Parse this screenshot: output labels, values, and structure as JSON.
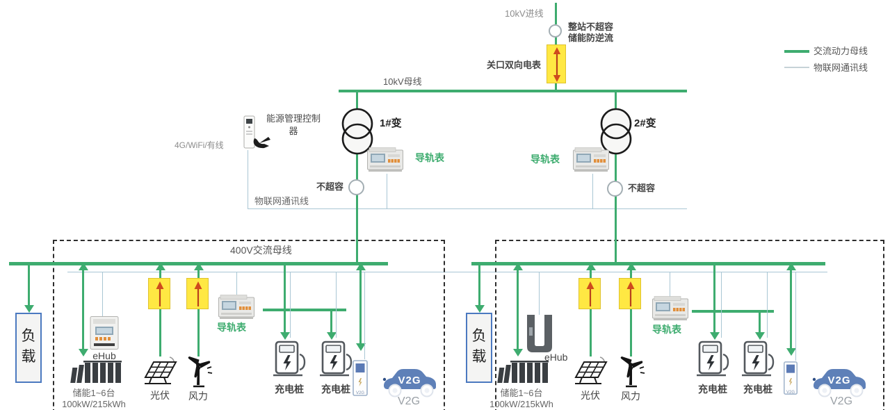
{
  "colors": {
    "bus_green": "#3eac6f",
    "iot_comm_line": "#a9c6d4",
    "meter_yellow": "#ffe843",
    "meter_arrow_red": "#cf4a1d",
    "load_border_blue": "#4b79c0",
    "v2g_car_blue": "#5e80b8"
  },
  "legend": {
    "ac_label": "交流动力母线",
    "iot_label": "物联网通讯线"
  },
  "top": {
    "incoming_label": "10kV进线",
    "note_line1": "整站不超容",
    "note_line2": "储能防逆流",
    "gateway_meter_label": "关口双向电表",
    "bus_label": "10kV母线"
  },
  "mid": {
    "controller_line1": "能源管理控制",
    "controller_line2": "器",
    "connectivity_label": "4G/WiFi/有线",
    "iot_line_label": "物联网通讯线",
    "transformer1_label": "1#变",
    "transformer2_label": "2#变",
    "rail_meter_label": "导轨表",
    "no_overload_label": "不超容"
  },
  "zones": [
    {
      "bus_label": "400V交流母线",
      "load_label": "负载",
      "ehub_label": "eHub",
      "storage_line1": "储能1~6台",
      "storage_line2": "100kW/215kWh",
      "pv_label": "光伏",
      "wind_label": "风力",
      "rail_meter_label": "导轨表",
      "charger1_label": "充电桩",
      "charger2_label": "充电桩",
      "v2g_unit_label": "V2G",
      "v2g_car_label": "V2G",
      "v2g_label": "V2G"
    },
    {
      "load_label": "负载",
      "ehub_label": "eHub",
      "storage_line1": "储能1~6台",
      "storage_line2": "100kW/215kWh",
      "pv_label": "光伏",
      "wind_label": "风力",
      "rail_meter_label": "导轨表",
      "charger1_label": "充电桩",
      "charger2_label": "充电桩",
      "v2g_unit_label": "V2G",
      "v2g_car_label": "V2G",
      "v2g_label": "V2G"
    }
  ]
}
